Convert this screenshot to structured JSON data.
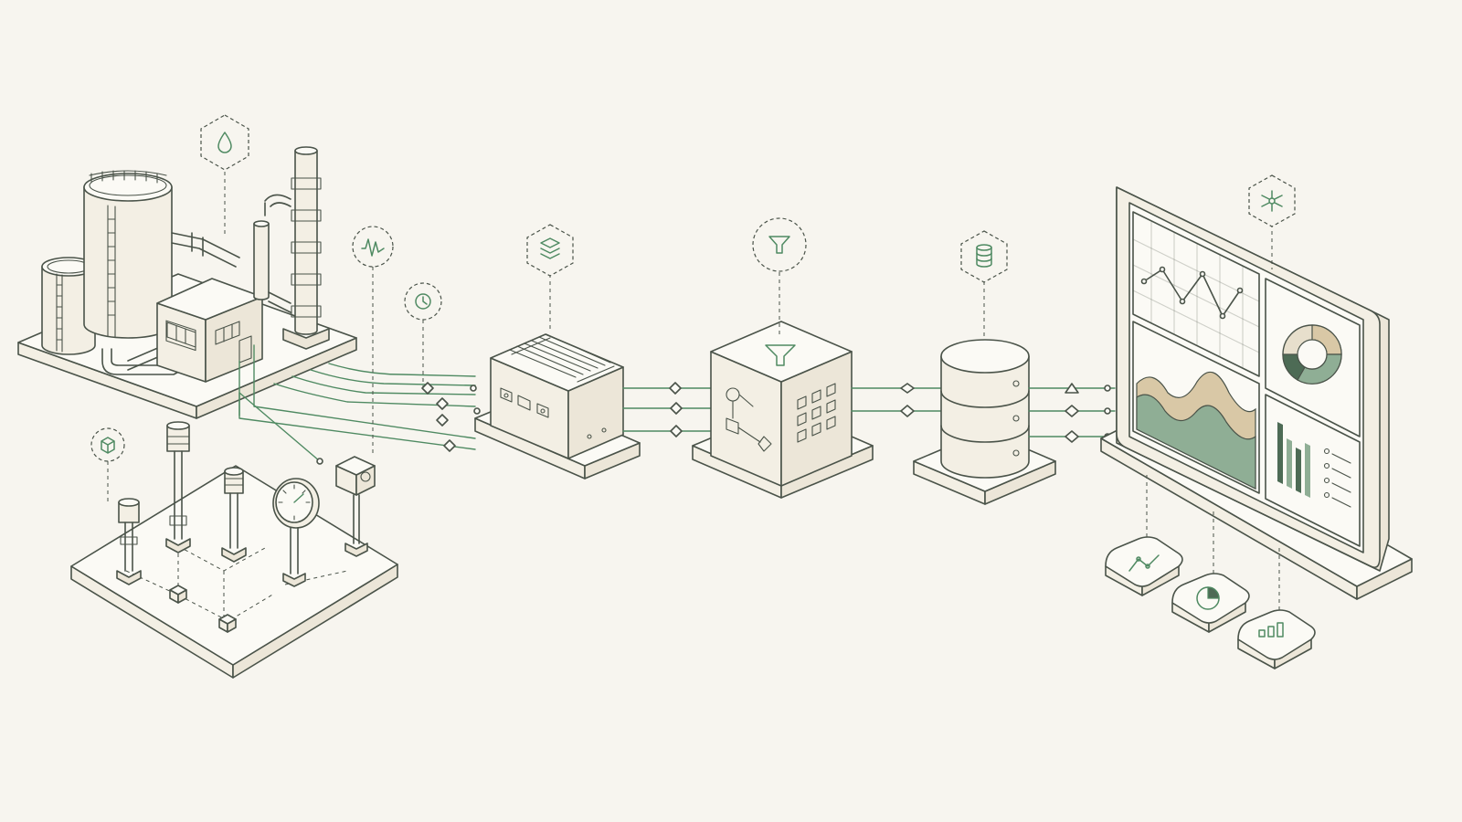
{
  "diagram": {
    "colors": {
      "background": "#f7f5ef",
      "line": "#4a5349",
      "accent": "#4f8a62",
      "fill_beige": "#e7dfcc",
      "fill_sage": "#8fae95",
      "fill_sand": "#d9c8a6"
    },
    "nodes": [
      {
        "id": "industrial-plant",
        "icons": [
          "droplet-icon"
        ]
      },
      {
        "id": "field-sensors",
        "icons": [
          "cube-icon"
        ]
      },
      {
        "id": "edge-gateway",
        "icons": [
          "waveform-icon",
          "clock-icon",
          "layers-icon"
        ]
      },
      {
        "id": "processing-engine",
        "icons": [
          "funnel-icon"
        ]
      },
      {
        "id": "database",
        "icons": [
          "database-icon"
        ]
      },
      {
        "id": "analytics-dashboard",
        "icons": [
          "network-hub-icon",
          "line-chart-icon",
          "pie-chart-icon",
          "bar-chart-icon"
        ]
      }
    ]
  }
}
